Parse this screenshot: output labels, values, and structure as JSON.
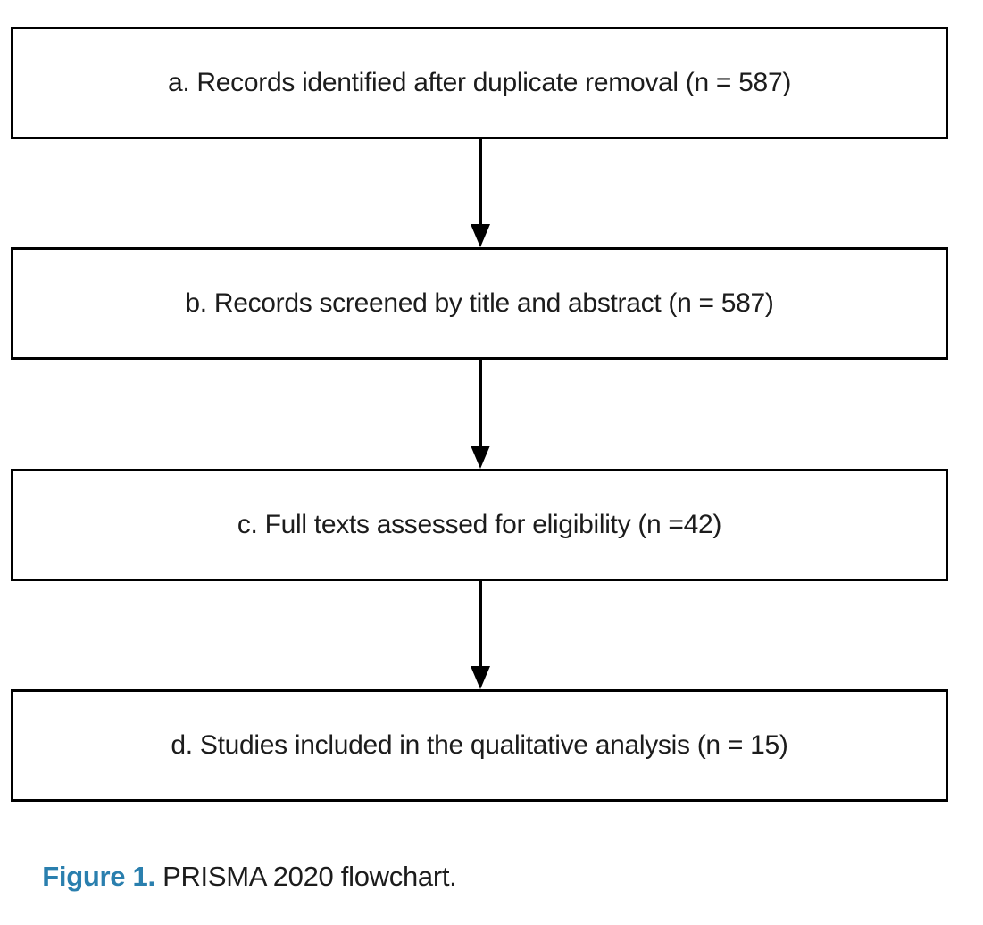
{
  "figure": {
    "type": "flowchart",
    "boxes": [
      {
        "id": "a",
        "label": "a. Records identified after duplicate removal (n = 587)",
        "n": 587
      },
      {
        "id": "b",
        "label": "b. Records screened by title and abstract (n = 587)",
        "n": 587
      },
      {
        "id": "c",
        "label": "c. Full texts assessed for eligibility (n =42)",
        "n": 42
      },
      {
        "id": "d",
        "label": "d. Studies included in the qualitative analysis (n = 15)",
        "n": 15
      }
    ],
    "connections": [
      {
        "from": "a",
        "to": "b"
      },
      {
        "from": "b",
        "to": "c"
      },
      {
        "from": "c",
        "to": "d"
      }
    ],
    "caption": {
      "label": "Figure 1.",
      "text": " PRISMA 2020 flowchart."
    },
    "colors": {
      "caption_accent": "#2a7fae",
      "box_border": "#000000",
      "arrow": "#000000",
      "text": "#1c1c1c",
      "background": "#ffffff"
    }
  }
}
